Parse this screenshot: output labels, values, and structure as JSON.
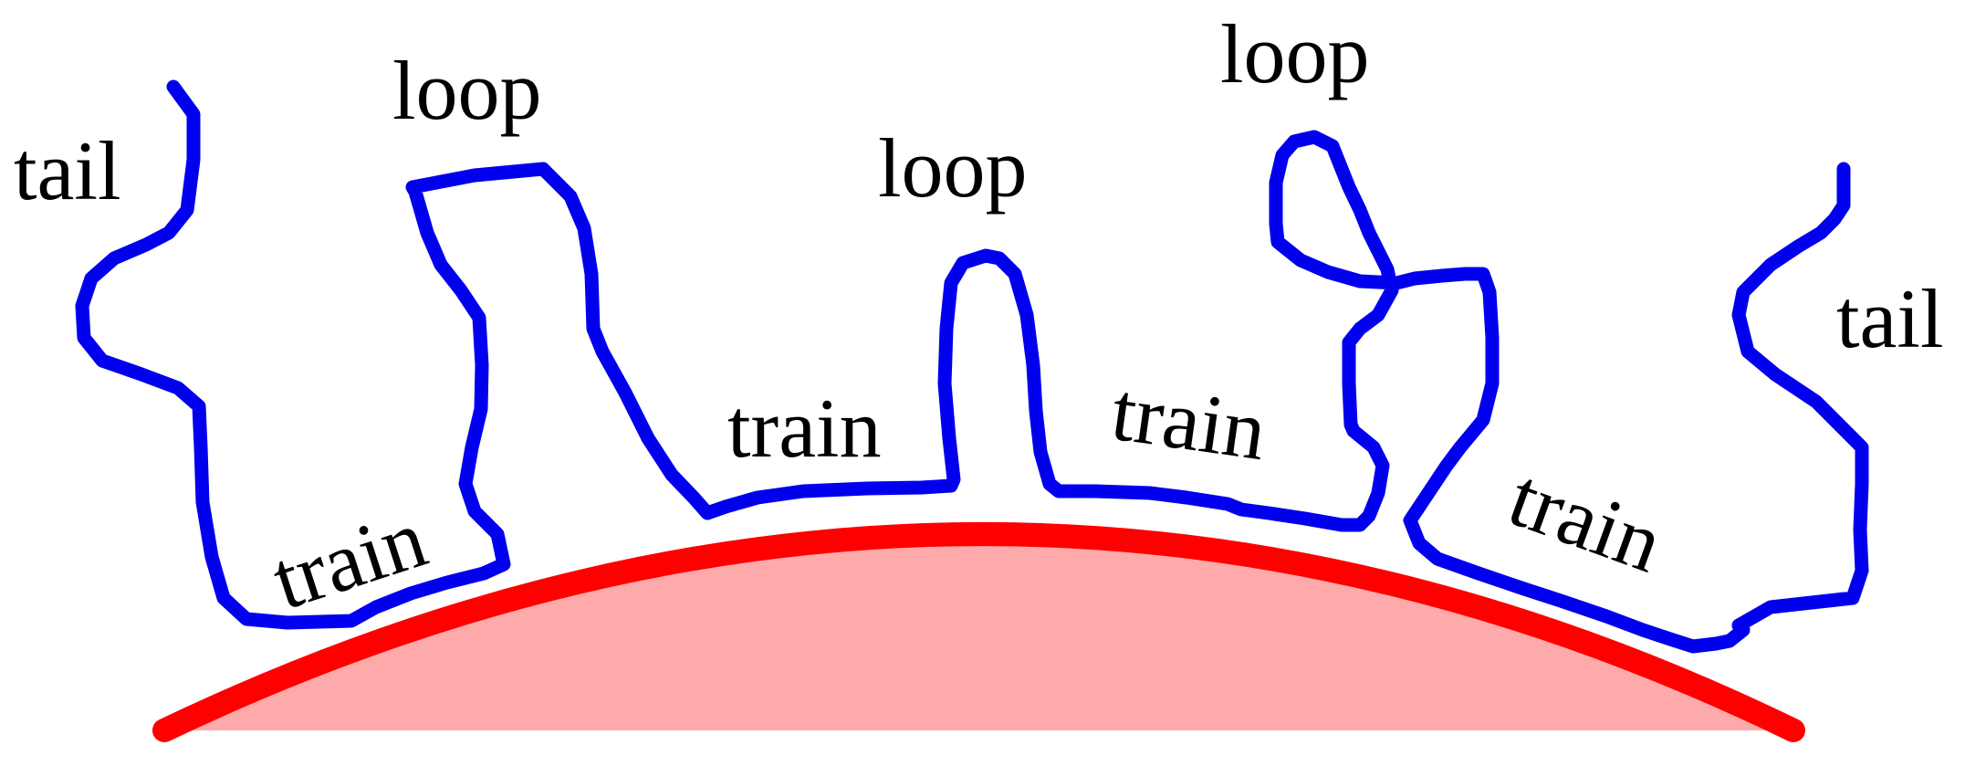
{
  "labels": {
    "tail_left": "tail",
    "tail_right": "tail",
    "loop_left": "loop",
    "loop_middle": "loop",
    "loop_right": "loop",
    "train_1": "train",
    "train_2": "train",
    "train_3": "train",
    "train_4": "train"
  },
  "colors": {
    "polymer": "#0000ee",
    "surface_edge": "#ff0000",
    "surface_fill": "#ffaaaa",
    "text": "#000000",
    "background": "#ffffff"
  }
}
